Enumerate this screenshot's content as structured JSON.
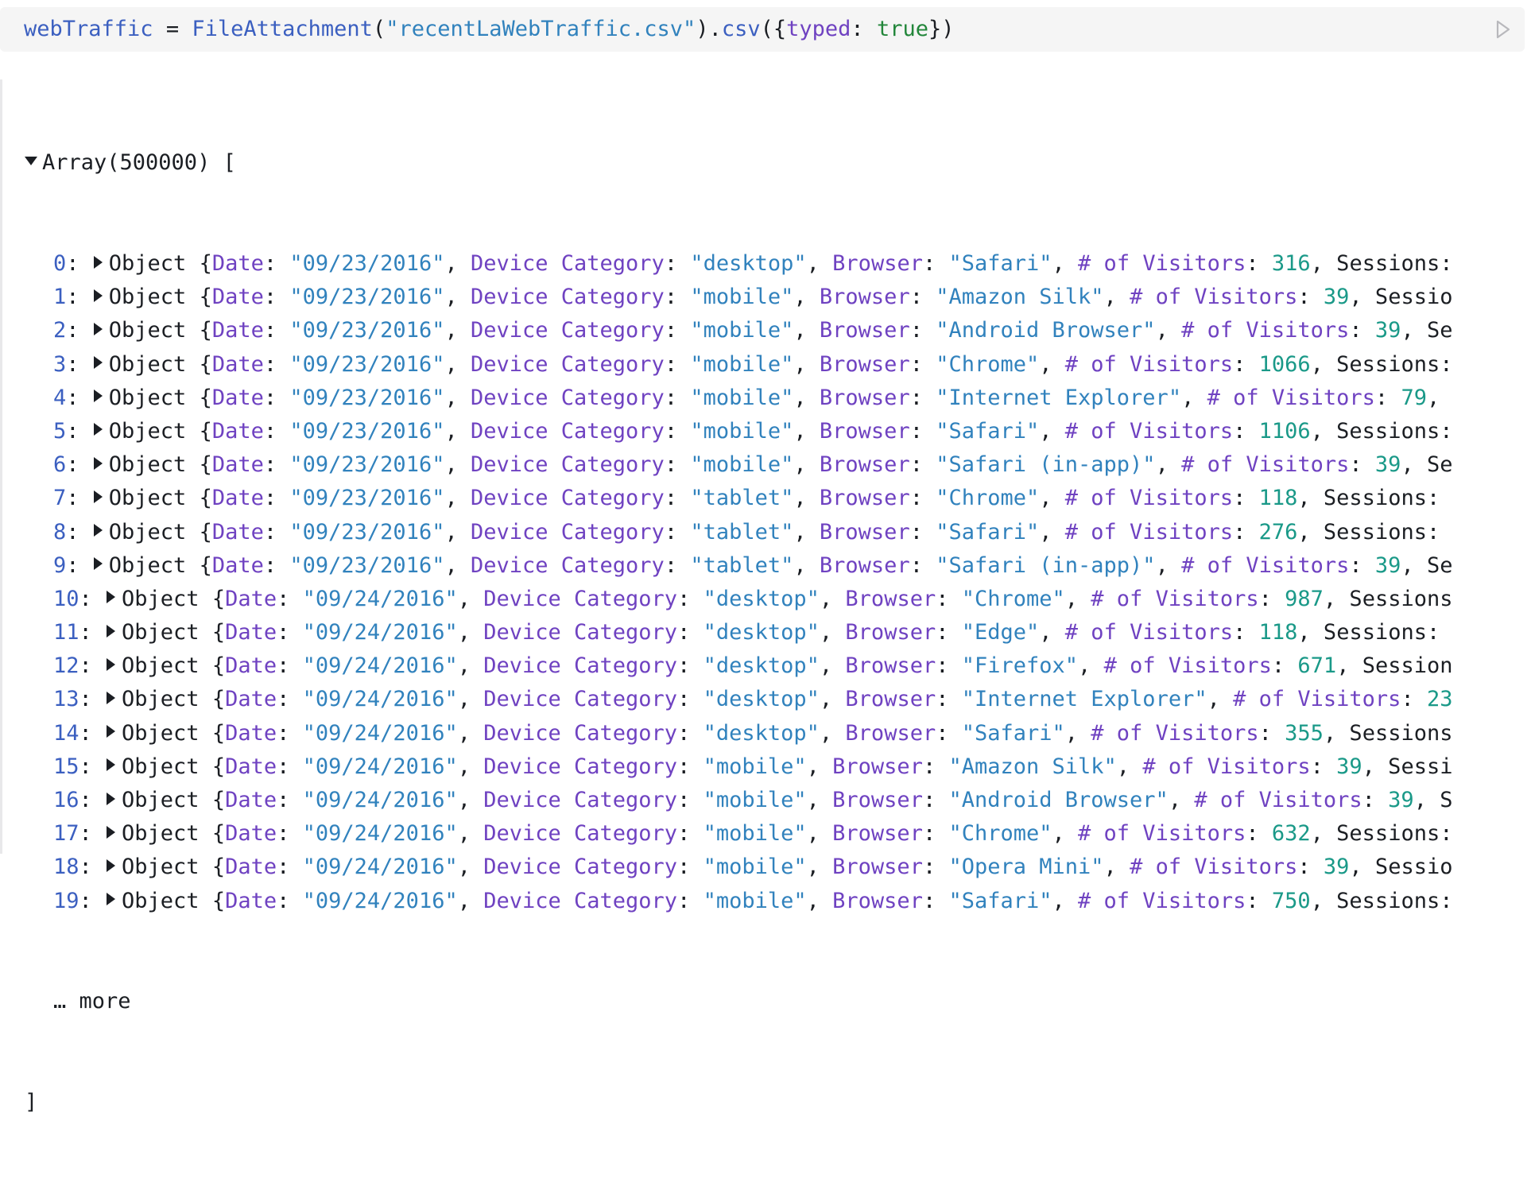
{
  "cell": {
    "code_var": "webTraffic",
    "code_eq": " = ",
    "code_fn": "FileAttachment",
    "code_open": "(",
    "code_str": "\"recentLaWebTraffic.csv\"",
    "code_mid": ").",
    "code_method": "csv",
    "code_brace_open": "({",
    "code_prop": "typed",
    "code_colon": ": ",
    "code_true": "true",
    "code_brace_close": "})",
    "run_icon": "play-icon"
  },
  "output": {
    "array_label": "Array(500000) [",
    "more_label": "… more",
    "close_bracket": "]",
    "rows": [
      {
        "index": "0",
        "date": "\"09/23/2016\"",
        "device": "\"desktop\"",
        "browser": "\"Safari\"",
        "visitors": "316",
        "tail": ", Sessions:"
      },
      {
        "index": "1",
        "date": "\"09/23/2016\"",
        "device": "\"mobile\"",
        "browser": "\"Amazon Silk\"",
        "visitors": "39",
        "tail": ", Sessio"
      },
      {
        "index": "2",
        "date": "\"09/23/2016\"",
        "device": "\"mobile\"",
        "browser": "\"Android Browser\"",
        "visitors": "39",
        "tail": ", Se"
      },
      {
        "index": "3",
        "date": "\"09/23/2016\"",
        "device": "\"mobile\"",
        "browser": "\"Chrome\"",
        "visitors": "1066",
        "tail": ", Sessions:"
      },
      {
        "index": "4",
        "date": "\"09/23/2016\"",
        "device": "\"mobile\"",
        "browser": "\"Internet Explorer\"",
        "visitors": "79",
        "tail": ","
      },
      {
        "index": "5",
        "date": "\"09/23/2016\"",
        "device": "\"mobile\"",
        "browser": "\"Safari\"",
        "visitors": "1106",
        "tail": ", Sessions:"
      },
      {
        "index": "6",
        "date": "\"09/23/2016\"",
        "device": "\"mobile\"",
        "browser": "\"Safari (in-app)\"",
        "visitors": "39",
        "tail": ", Se"
      },
      {
        "index": "7",
        "date": "\"09/23/2016\"",
        "device": "\"tablet\"",
        "browser": "\"Chrome\"",
        "visitors": "118",
        "tail": ", Sessions:"
      },
      {
        "index": "8",
        "date": "\"09/23/2016\"",
        "device": "\"tablet\"",
        "browser": "\"Safari\"",
        "visitors": "276",
        "tail": ", Sessions:"
      },
      {
        "index": "9",
        "date": "\"09/23/2016\"",
        "device": "\"tablet\"",
        "browser": "\"Safari (in-app)\"",
        "visitors": "39",
        "tail": ", Se"
      },
      {
        "index": "10",
        "date": "\"09/24/2016\"",
        "device": "\"desktop\"",
        "browser": "\"Chrome\"",
        "visitors": "987",
        "tail": ", Sessions"
      },
      {
        "index": "11",
        "date": "\"09/24/2016\"",
        "device": "\"desktop\"",
        "browser": "\"Edge\"",
        "visitors": "118",
        "tail": ", Sessions:"
      },
      {
        "index": "12",
        "date": "\"09/24/2016\"",
        "device": "\"desktop\"",
        "browser": "\"Firefox\"",
        "visitors": "671",
        "tail": ", Session"
      },
      {
        "index": "13",
        "date": "\"09/24/2016\"",
        "device": "\"desktop\"",
        "browser": "\"Internet Explorer\"",
        "visitors": "23",
        "tail": ""
      },
      {
        "index": "14",
        "date": "\"09/24/2016\"",
        "device": "\"desktop\"",
        "browser": "\"Safari\"",
        "visitors": "355",
        "tail": ", Sessions"
      },
      {
        "index": "15",
        "date": "\"09/24/2016\"",
        "device": "\"mobile\"",
        "browser": "\"Amazon Silk\"",
        "visitors": "39",
        "tail": ", Sessi"
      },
      {
        "index": "16",
        "date": "\"09/24/2016\"",
        "device": "\"mobile\"",
        "browser": "\"Android Browser\"",
        "visitors": "39",
        "tail": ", S"
      },
      {
        "index": "17",
        "date": "\"09/24/2016\"",
        "device": "\"mobile\"",
        "browser": "\"Chrome\"",
        "visitors": "632",
        "tail": ", Sessions:"
      },
      {
        "index": "18",
        "date": "\"09/24/2016\"",
        "device": "\"mobile\"",
        "browser": "\"Opera Mini\"",
        "visitors": "39",
        "tail": ", Sessio"
      },
      {
        "index": "19",
        "date": "\"09/24/2016\"",
        "device": "\"mobile\"",
        "browser": "\"Safari\"",
        "visitors": "750",
        "tail": ", Sessions:"
      }
    ],
    "labels": {
      "object": "Object",
      "date_key": "Date",
      "device_key": "Device Category",
      "browser_key": "Browser",
      "visitors_key": "# of Visitors"
    }
  },
  "colors": {
    "index": "#3b5fc0",
    "key": "#6f42c1",
    "string": "#3182bd",
    "number": "#1a9988",
    "text": "#1b1e23",
    "cell_bg": "#f5f5f5"
  }
}
